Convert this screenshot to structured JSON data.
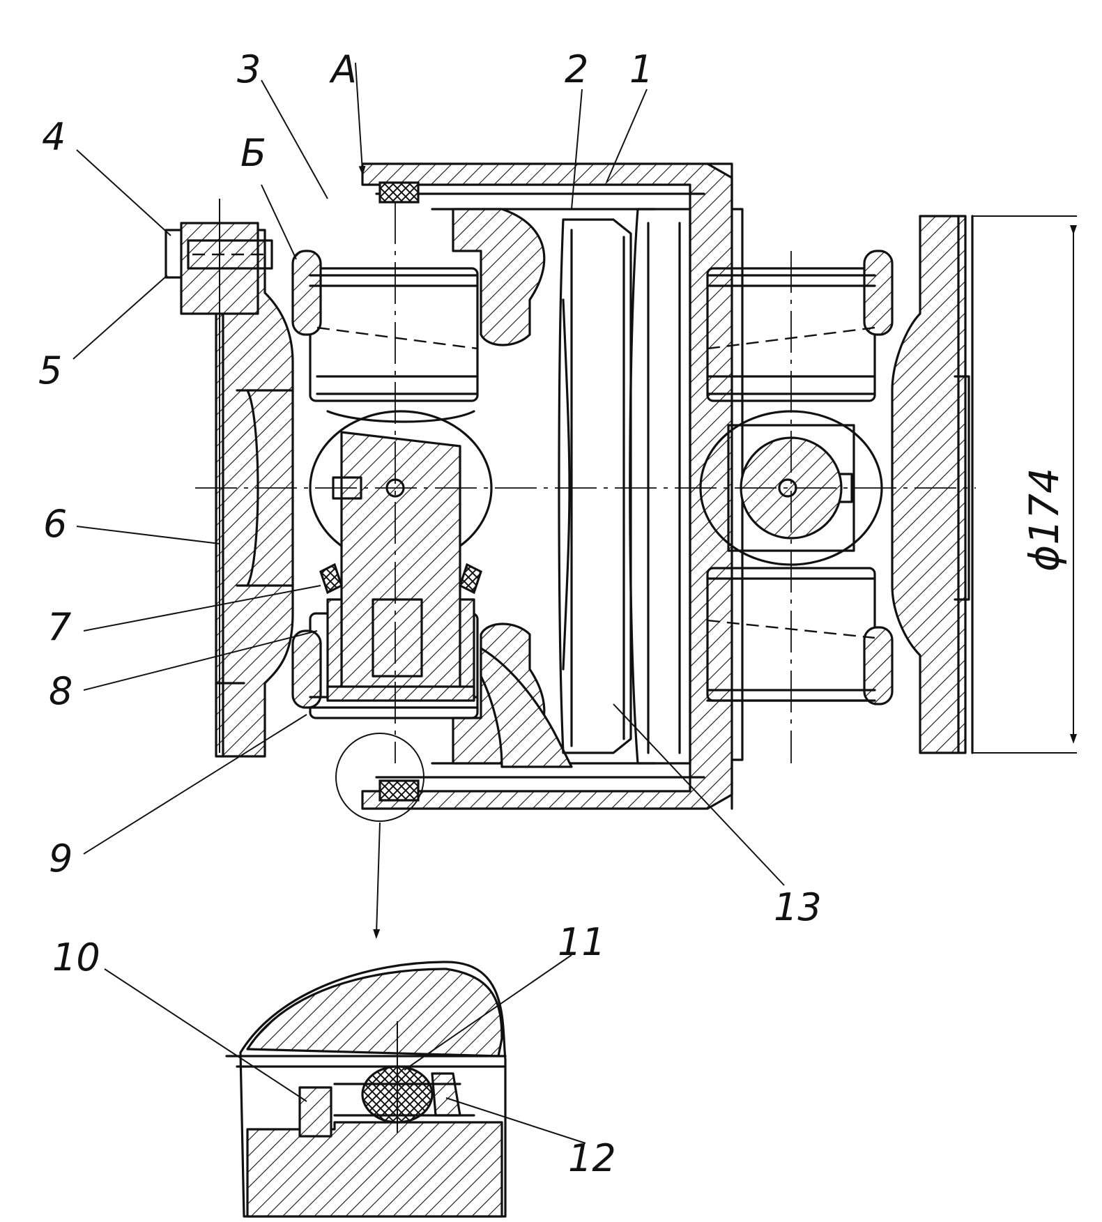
{
  "drawing": {
    "labels": {
      "1": "1",
      "2": "2",
      "3": "3",
      "4": "4",
      "5": "5",
      "6": "6",
      "7": "7",
      "8": "8",
      "9": "9",
      "10": "10",
      "11": "11",
      "12": "12",
      "13": "13",
      "A": "A",
      "B": "Б"
    },
    "dimension": "ϕ174"
  }
}
